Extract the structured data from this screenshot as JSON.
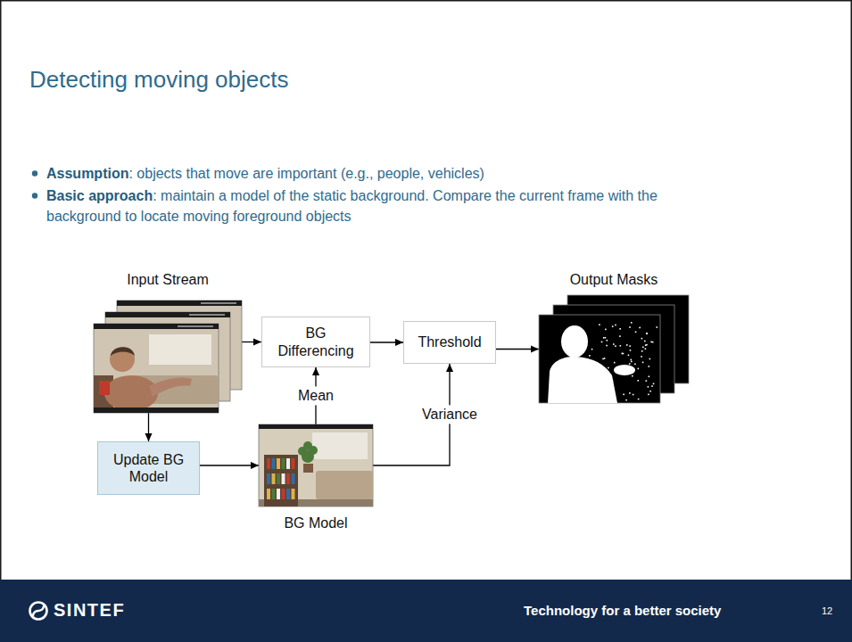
{
  "diagram": {
    "title": "Detecting moving objects",
    "nodes": [
      {
        "text": [
          "Input Stream"
        ]
      },
      {
        "text": [
          "BG Differencing"
        ]
      },
      {
        "text": [
          "Threshold"
        ]
      },
      {
        "text": [
          "Output Masks"
        ]
      },
      {
        "text": [
          "Update BG Model"
        ]
      },
      {
        "text": [
          "BG Model"
        ]
      }
    ],
    "edges": [
      {
        "from": 0,
        "to": 1,
        "arrow": "to"
      },
      {
        "from": 1,
        "to": 2,
        "arrow": "to"
      },
      {
        "from": 2,
        "to": 3,
        "arrow": "to"
      },
      {
        "from": 0,
        "to": 4,
        "arrow": "to"
      },
      {
        "from": 4,
        "to": 5,
        "arrow": "to"
      },
      {
        "from": 5,
        "to": 1,
        "label": "Mean",
        "arrow": "to"
      },
      {
        "from": 5,
        "to": 2,
        "label": "Variance",
        "arrow": "to"
      }
    ],
    "labels": [
      "Assumption",
      ": objects that move are important (e.g., people, vehicles)",
      "Basic approach",
      ": maintain a model of the static background. Compare the current frame with the background to locate moving foreground objects",
      "SINTEF",
      "Technology for a better society",
      "12"
    ]
  }
}
